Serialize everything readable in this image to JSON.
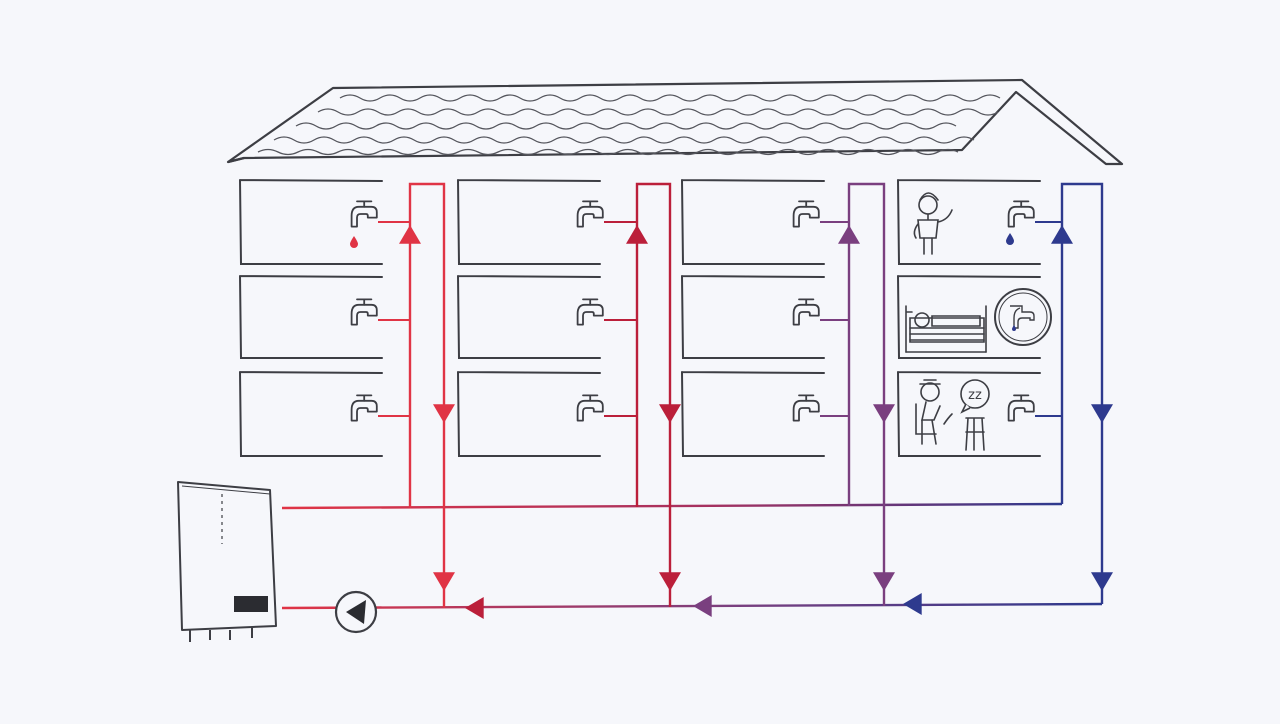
{
  "scene": {
    "background": "#f6f7fb",
    "ink": "#3d3e44",
    "speech_bubble_text": "zz"
  },
  "colors": {
    "riser_1": "#e03445",
    "riser_2": "#bb1f3a",
    "riser_3": "#7a3f7f",
    "riser_4": "#2e3a8e",
    "supply_main_start": "#e03445",
    "supply_main_end": "#2e3a8e",
    "return_main_start": "#e03445",
    "return_main_end": "#2e3a8e",
    "hot_drip": "#e03445",
    "cold_drip": "#2e3a8e"
  },
  "icons": {
    "roof": "roof-icon",
    "boiler": "boiler-icon",
    "pump": "circulation-pump-icon",
    "tap": "water-tap-icon",
    "clock": "clock-icon",
    "woman": "woman-waving-icon",
    "bed": "sleeping-person-bed-icon",
    "elderly": "elderly-person-walker-icon"
  },
  "building": {
    "columns": 4,
    "floors": 3
  }
}
